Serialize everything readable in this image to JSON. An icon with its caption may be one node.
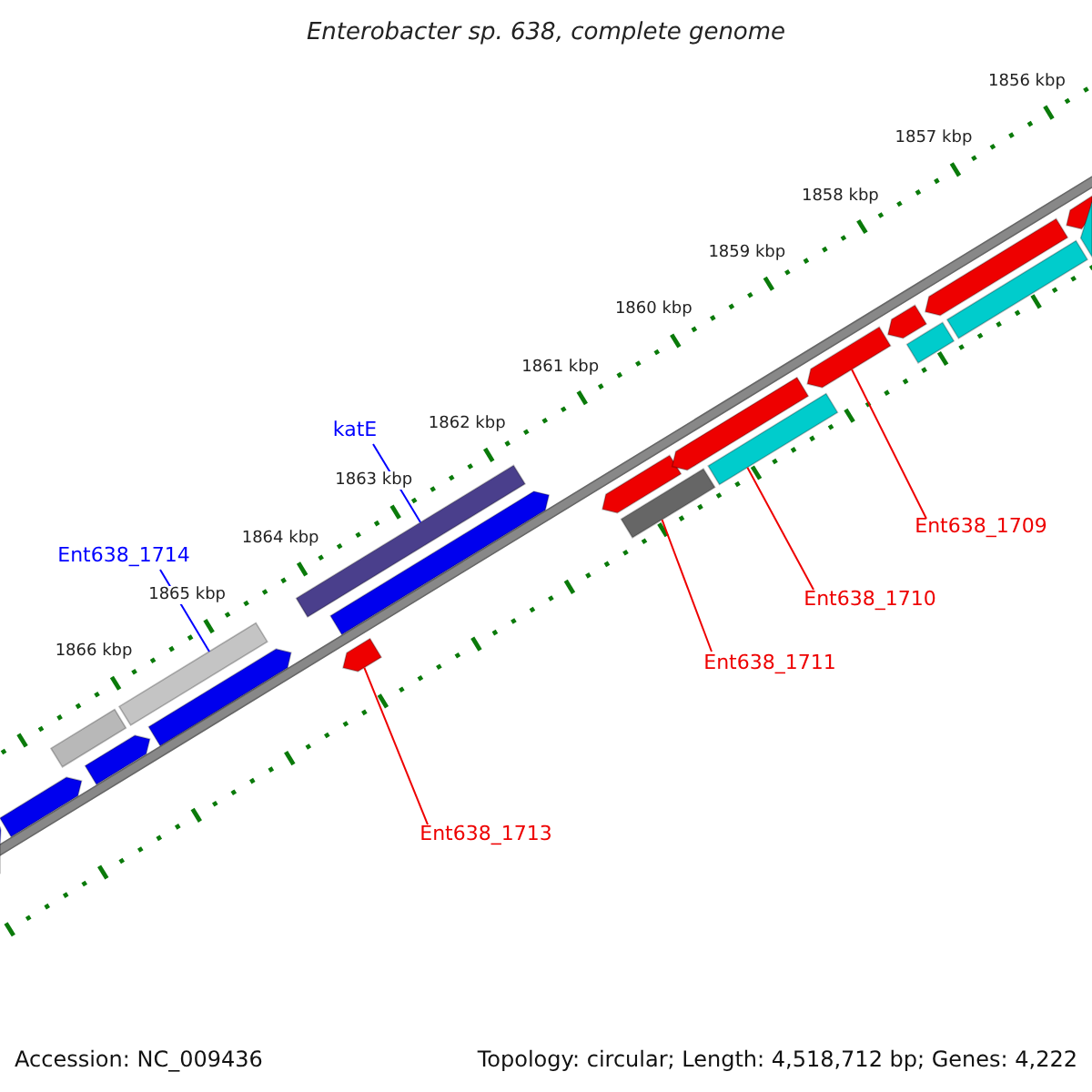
{
  "diagram": {
    "title": "Enterobacter sp. 638, complete genome",
    "nodes": [
      {
        "text": [
          "katE"
        ]
      },
      {
        "text": [
          "Ent638_1709"
        ]
      },
      {
        "text": [
          "Ent638_1714"
        ]
      },
      {
        "text": [
          "Ent638_1710"
        ]
      },
      {
        "text": [
          "Ent638_1711"
        ]
      },
      {
        "text": [
          "Ent638_1713"
        ]
      },
      {
        "text": [],
        "shape": "bar"
      },
      {
        "text": [],
        "shape": "arrow"
      },
      {
        "text": [],
        "shape": "bar"
      },
      {
        "text": [],
        "shape": "bar"
      },
      {
        "text": [],
        "shape": "bar"
      },
      {
        "text": [],
        "shape": "arrow"
      }
    ],
    "edges": [
      {
        "from": 0,
        "to": 8,
        "arrow": "none",
        "color": "#0000ff"
      },
      {
        "from": 1,
        "to": 11,
        "arrow": "none"
      },
      {
        "from": 2,
        "to": 6,
        "arrow": "none",
        "color": "#0000ff"
      },
      {
        "from": 3,
        "to": 10,
        "arrow": "none"
      },
      {
        "from": 4,
        "to": 9,
        "arrow": "none"
      },
      {
        "from": 5,
        "to": 7,
        "arrow": "none"
      }
    ],
    "labels": [
      "1856 kbp",
      "1857 kbp",
      "1858 kbp",
      "1859 kbp",
      "1860 kbp",
      "1861 kbp",
      "1862 kbp",
      "1863 kbp",
      "1864 kbp",
      "1865 kbp",
      "1866 kbp",
      "Accession: NC_009436",
      "Topology: circular; Length: 4,518,712 bp; Genes: 4,222"
    ]
  }
}
